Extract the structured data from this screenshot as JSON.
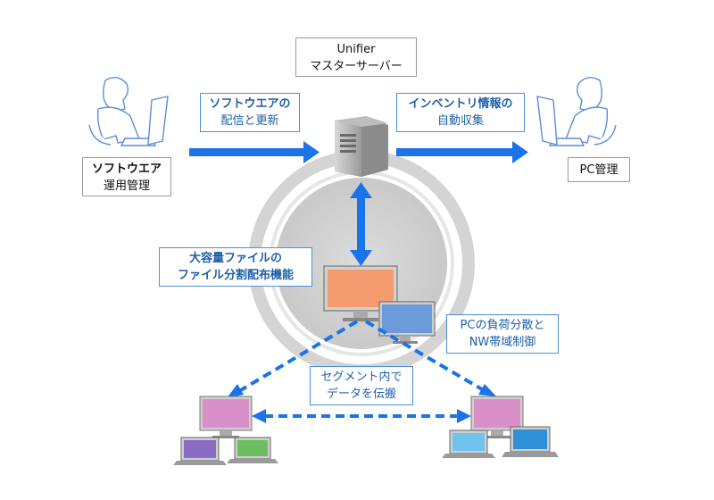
{
  "server_label": {
    "line1": "Unifier",
    "line2": "マスターサーバー"
  },
  "admin_label": {
    "line1": "ソフトウエア",
    "line2": "運用管理"
  },
  "pc_admin_label": "PC管理",
  "dist_label": {
    "line1": "ソフトウエアの",
    "line2": "配信と更新"
  },
  "inventory_label": {
    "line1": "インベントリ情報の",
    "line2": "自動収集"
  },
  "large_file_label": {
    "line1": "大容量ファイルの",
    "line2": "ファイル分割配布機能"
  },
  "load_label": {
    "line1": "PCの負荷分散と",
    "line2": "NW帯域制御"
  },
  "segment_label": {
    "line1": "セグメント内で",
    "line2": "データを伝搬"
  },
  "colors": {
    "arrow_blue": "#1a73e8",
    "label_blue": "#1f5fa8",
    "monitor_orange": "#f39a6e",
    "monitor_blue": "#6b9bd8",
    "monitor_pink": "#d98fc8",
    "laptop_purple": "#8a6cc2",
    "laptop_green": "#6bbf5e",
    "laptop_lightblue": "#6fc3ee",
    "laptop_blue": "#2f8fd8"
  },
  "icons": [
    "person-at-laptop-icon",
    "server-tower-icon",
    "monitor-icon",
    "laptop-icon"
  ]
}
